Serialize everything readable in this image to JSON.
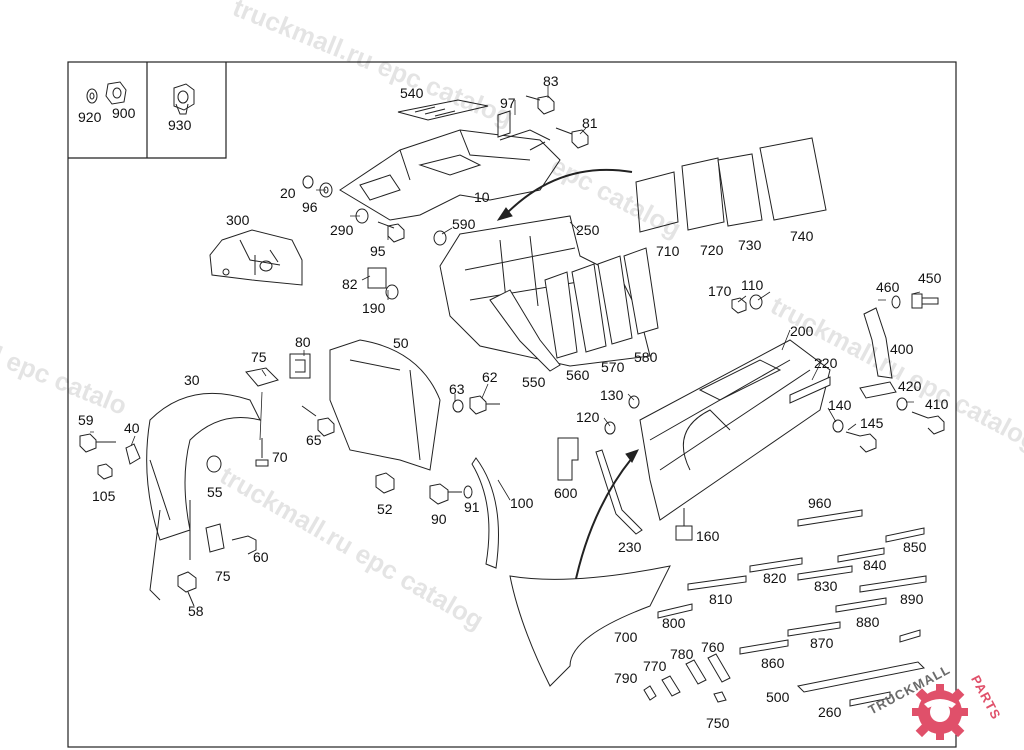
{
  "watermark": {
    "text_a": "truckmall.ru epc catalog",
    "text_b": "epc catalog",
    "text_c": "l epc catalo"
  },
  "logo": {
    "part1": "TRUCKMALL",
    "part2": "PARTS",
    "color_gray": "#6b6b6b",
    "color_red": "#e0506a"
  },
  "labels": {
    "l920": "920",
    "l900": "900",
    "l930": "930",
    "l540": "540",
    "l97": "97",
    "l83": "83",
    "l81": "81",
    "l20": "20",
    "l96": "96",
    "l10": "10",
    "l300": "300",
    "l290": "290",
    "l590": "590",
    "l250": "250",
    "l95": "95",
    "l82": "82",
    "l190": "190",
    "l710": "710",
    "l720": "720",
    "l730": "730",
    "l740": "740",
    "l170": "170",
    "l110": "110",
    "l460": "460",
    "l450": "450",
    "l200": "200",
    "l400": "400",
    "l220": "220",
    "l420": "420",
    "l410": "410",
    "l75a": "75",
    "l80": "80",
    "l50": "50",
    "l30": "30",
    "l63": "63",
    "l62": "62",
    "l550": "550",
    "l560": "560",
    "l570": "570",
    "l580": "580",
    "l130": "130",
    "l120": "120",
    "l140": "140",
    "l145": "145",
    "l59": "59",
    "l40": "40",
    "l65": "65",
    "l70": "70",
    "l105": "105",
    "l55": "55",
    "l52": "52",
    "l90": "90",
    "l91": "91",
    "l100": "100",
    "l600": "600",
    "l960": "960",
    "l160": "160",
    "l230": "230",
    "l850": "850",
    "l60": "60",
    "l75b": "75",
    "l58": "58",
    "l820": "820",
    "l840": "840",
    "l810": "810",
    "l830": "830",
    "l890": "890",
    "l800": "800",
    "l880": "880",
    "l870": "870",
    "l700": "700",
    "l760": "760",
    "l780": "780",
    "l770": "770",
    "l790": "790",
    "l860": "860",
    "l500": "500",
    "l750": "750",
    "l260": "260"
  }
}
